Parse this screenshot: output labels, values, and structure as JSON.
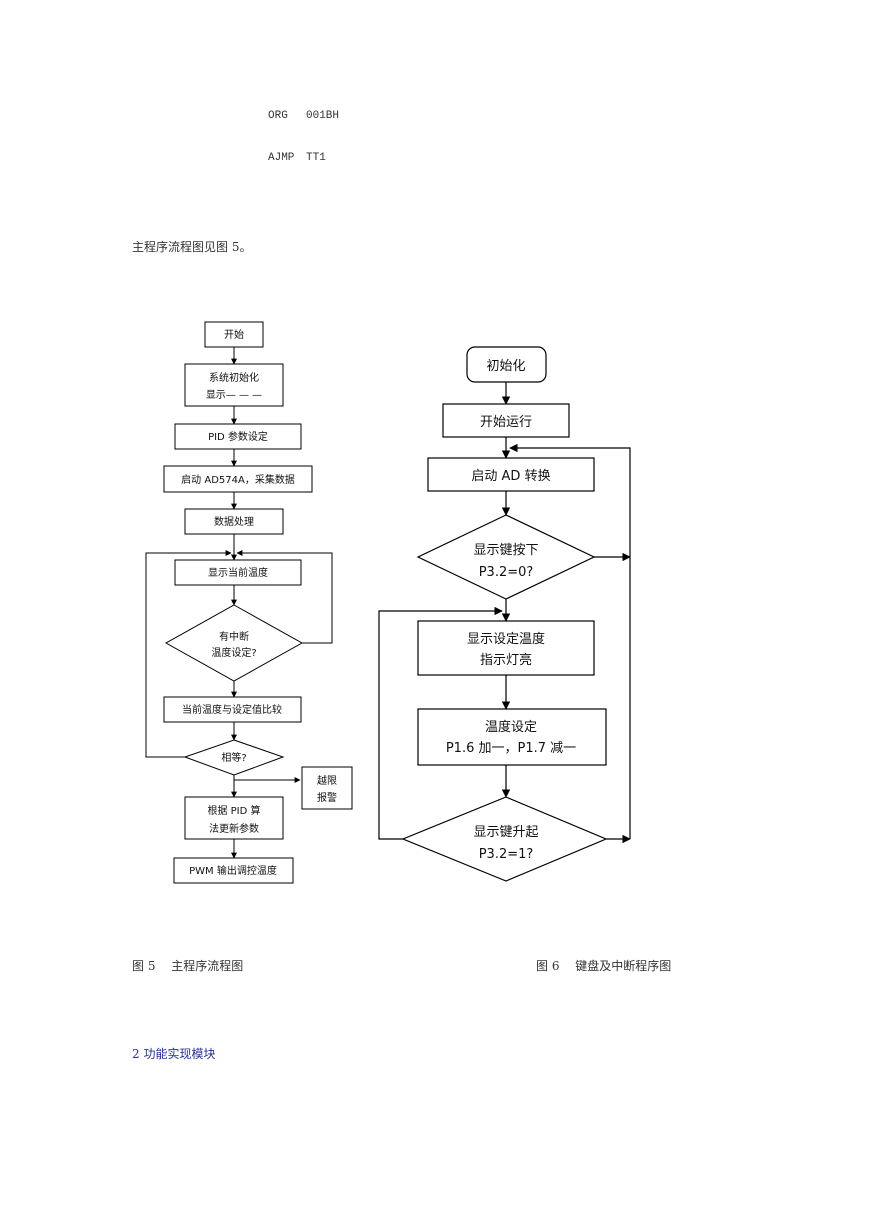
{
  "code": [
    {
      "op": "ORG",
      "arg": "001BH"
    },
    {
      "op": "AJMP",
      "arg": "TT1"
    }
  ],
  "intro": "主程序流程图见图 5。",
  "fig5": {
    "start": "开始",
    "init_1": "系统初始化",
    "init_2": "显示— — —",
    "pid_set": "PID 参数设定",
    "ad_start": "启动 AD574A，采集数据",
    "data_proc": "数据处理",
    "show_temp": "显示当前温度",
    "irq_q_1": "有中断",
    "irq_q_2": "温度设定?",
    "compare": "当前温度与设定值比较",
    "equal_q": "相等?",
    "alarm_1": "越限",
    "alarm_2": "报警",
    "pid_calc_1": "根据 PID 算",
    "pid_calc_2": "法更新参数",
    "pwm": "PWM 输出调控温度"
  },
  "fig6": {
    "init": "初始化",
    "run": "开始运行",
    "ad": "启动 AD 转换",
    "key_down_1": "显示键按下",
    "key_down_2": "P3.2=0?",
    "show_set_1": "显示设定温度",
    "show_set_2": "指示灯亮",
    "temp_set_1": "温度设定",
    "temp_set_2": "P1.6 加一，P1.7 减一",
    "key_up_1": "显示键升起",
    "key_up_2": "P3.2=1?"
  },
  "captions": {
    "fig5": "图 5　 主程序流程图",
    "fig6": "图 6　 键盘及中断程序图"
  },
  "section_heading": "2 功能实现模块"
}
